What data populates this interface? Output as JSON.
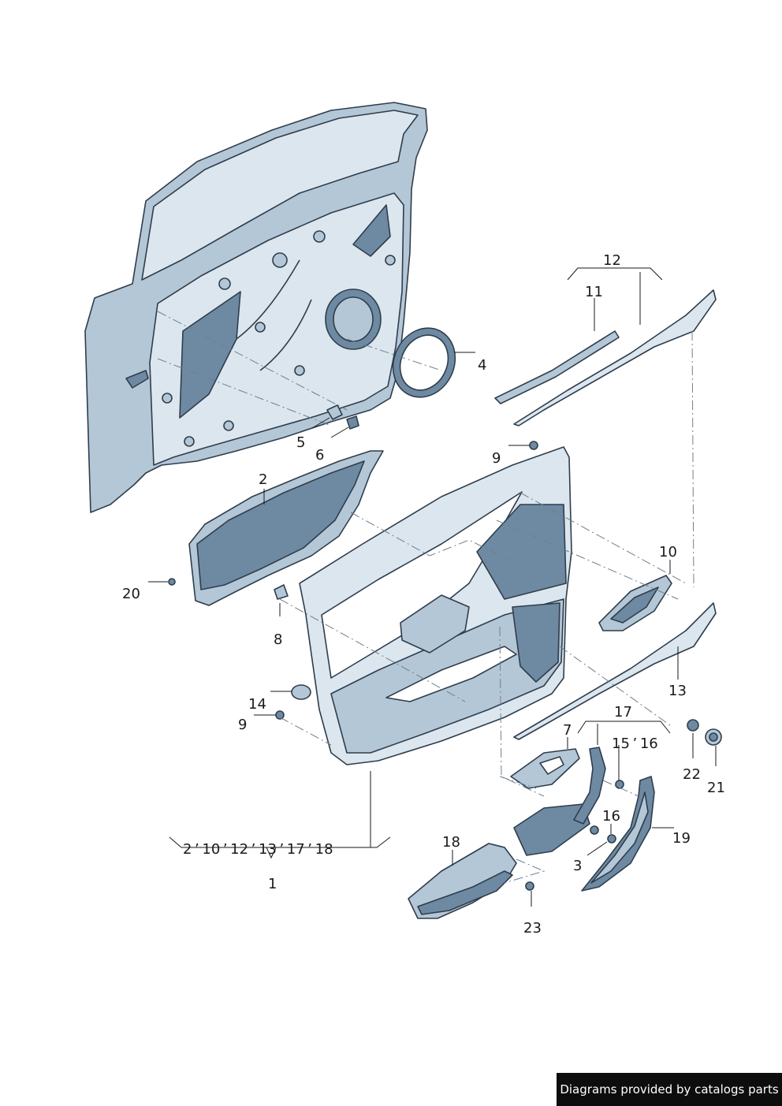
{
  "callouts": {
    "c1": "1",
    "c1_group": "2 ’ 10 ’ 12 ’ 13 ’ 17 ’ 18",
    "c2": "2",
    "c3": "3",
    "c4": "4",
    "c5": "5",
    "c6": "6",
    "c7": "7",
    "c8": "8",
    "c9a": "9",
    "c9b": "9",
    "c10": "10",
    "c11": "11",
    "c12": "12",
    "c13": "13",
    "c14": "14",
    "c15_16": "15 ’ 16",
    "c16": "16",
    "c17": "17",
    "c18": "18",
    "c19": "19",
    "c20": "20",
    "c21": "21",
    "c22": "22",
    "c23": "23"
  },
  "watermark": "Diagrams provided by catalogs parts",
  "colors": {
    "line": "#2f3d4c",
    "panel_light": "#dce6ee",
    "panel_mid": "#b4c7d6",
    "panel_dark": "#6e8aa3",
    "watermark_bg": "#0d0d0d"
  }
}
